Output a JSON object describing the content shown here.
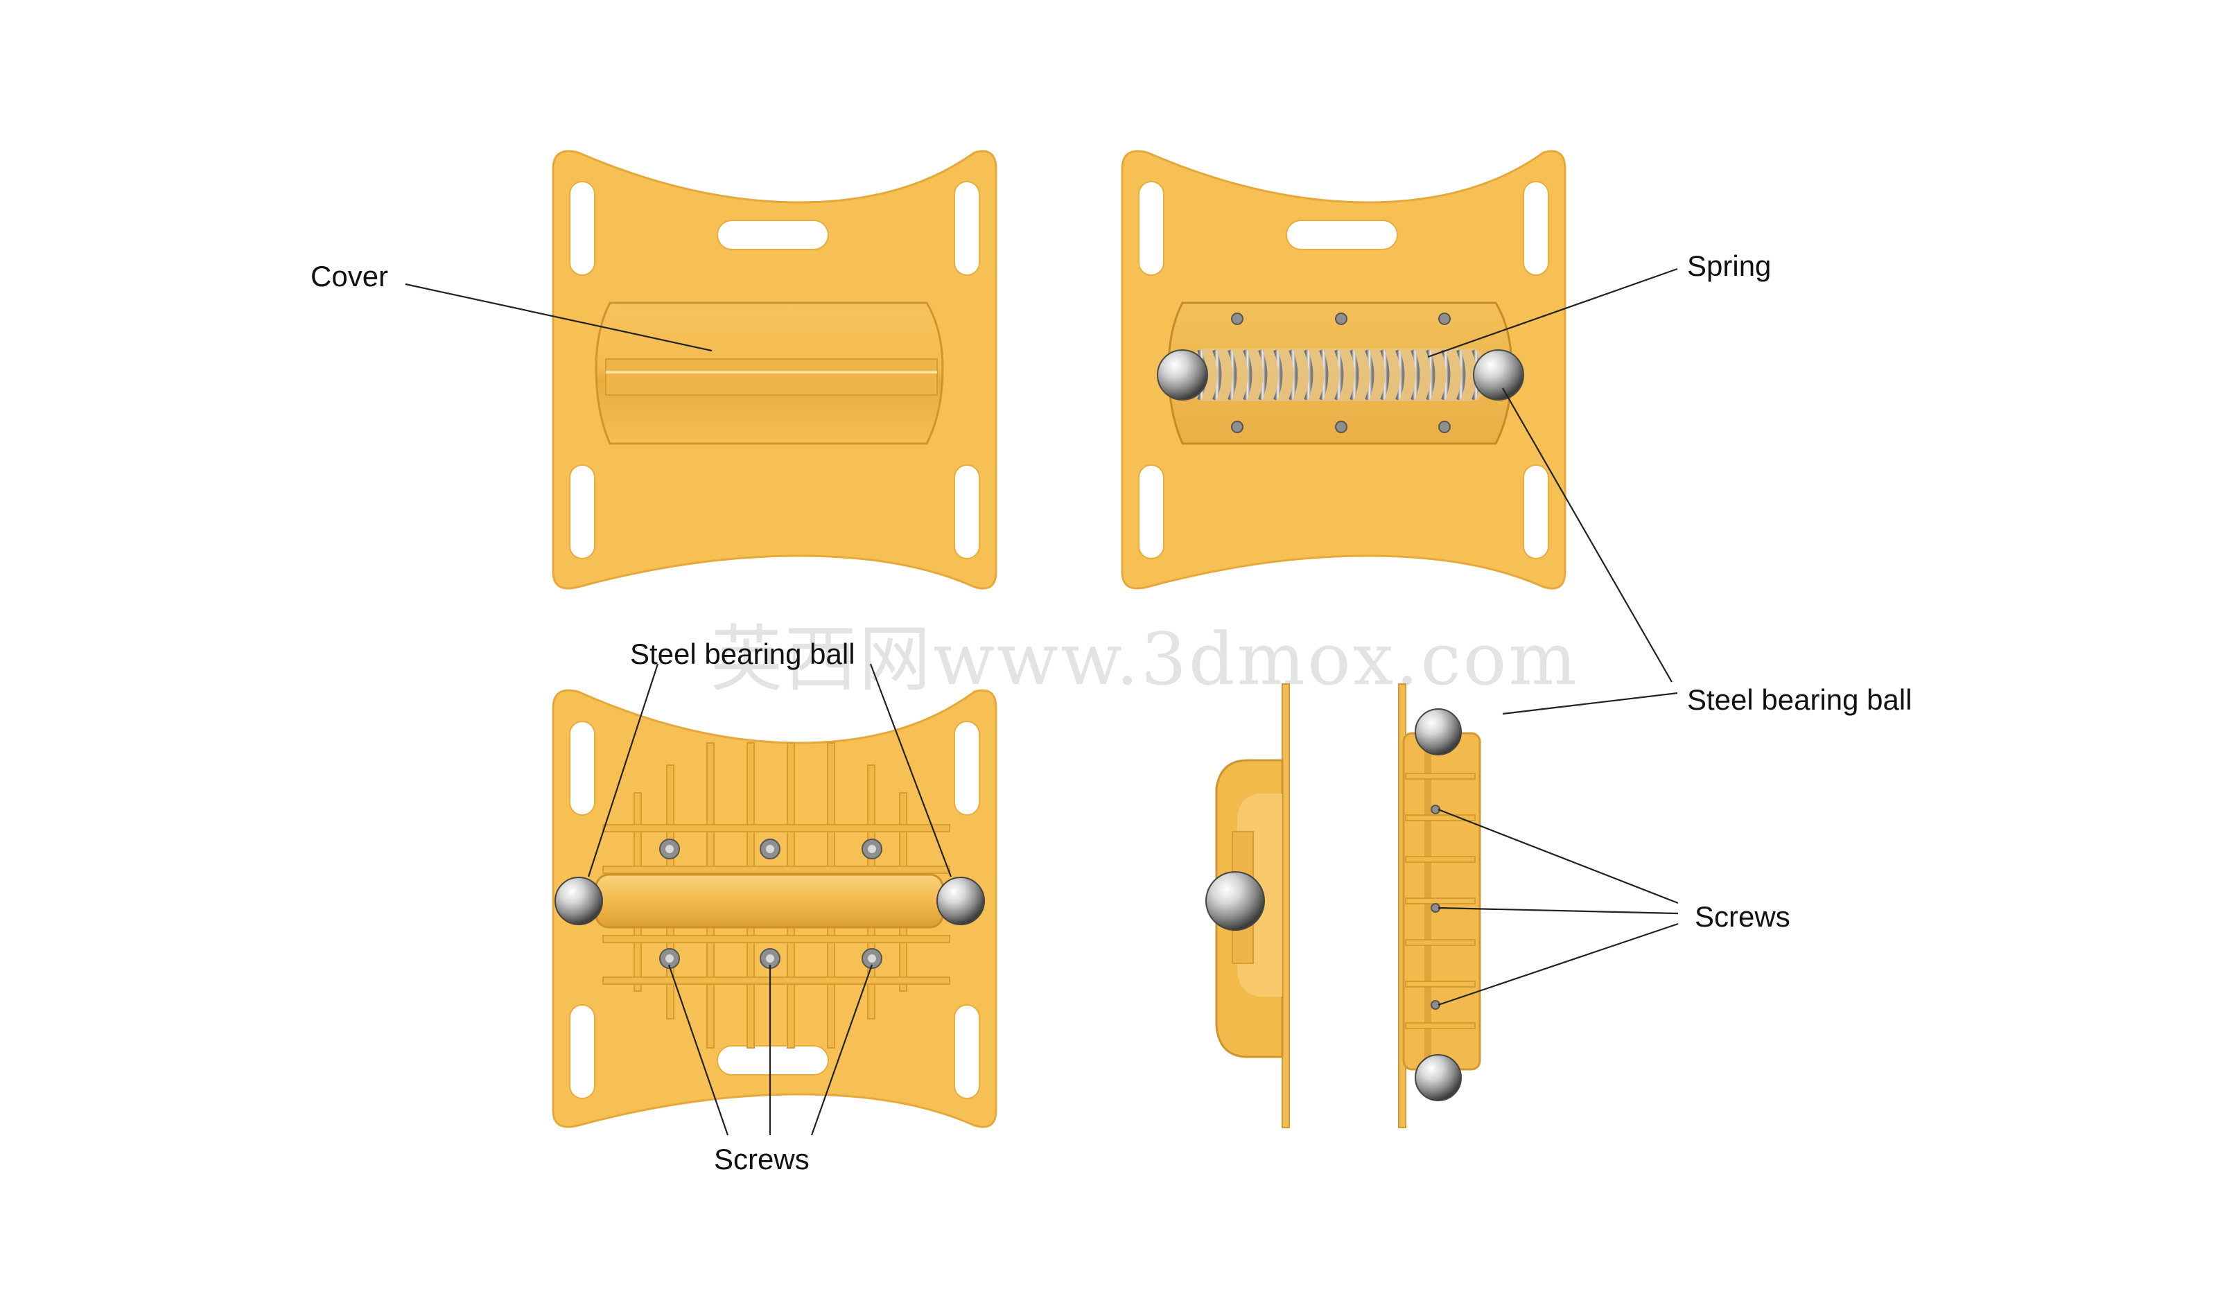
{
  "labels": {
    "cover": "Cover",
    "spring": "Spring",
    "steel_bearing_ball_bottom": "Steel bearing ball",
    "steel_bearing_ball_right": "Steel bearing ball",
    "screws_bottom": "Screws",
    "screws_right": "Screws"
  },
  "watermark": {
    "text": "英西网www.3dmox.com"
  },
  "colors": {
    "plate": "#f6c054",
    "plate_edge": "#e4a93a",
    "metal": "#c9c9c9",
    "text": "#111111"
  }
}
